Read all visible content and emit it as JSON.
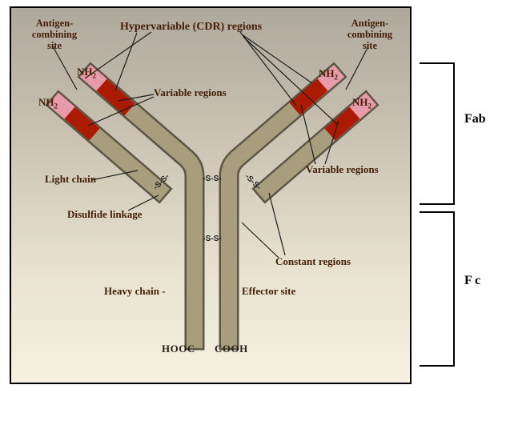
{
  "labels": {
    "antigen_combining_lines": [
      "Antigen-",
      "combining",
      "site"
    ],
    "hypervariable": "Hypervariable (CDR) regions",
    "nh2_base": "NH",
    "nh2_sub": "2",
    "variable_regions": "Variable regions",
    "light_chain": "Light chain",
    "disulfide_linkage": "Disulfide linkage",
    "disulfide_bond": "-S-S-",
    "heavy_chain": "Heavy chain -",
    "effector_site": "Effector site",
    "constant_regions": "Constant regions",
    "hooc": "HOOC",
    "cooh": "COOH",
    "fab": "Fab",
    "fc": "F c"
  },
  "colors": {
    "chain_fill": "#a89e7d",
    "chain_outline": "#5d5546",
    "variable_region_red": "#ab1a02",
    "antigen_site_pink": "#e79aa9",
    "label_text": "#421f06",
    "panel_border": "#000000",
    "background_top": "#afa89c",
    "background_bottom": "#f6f1e1"
  }
}
